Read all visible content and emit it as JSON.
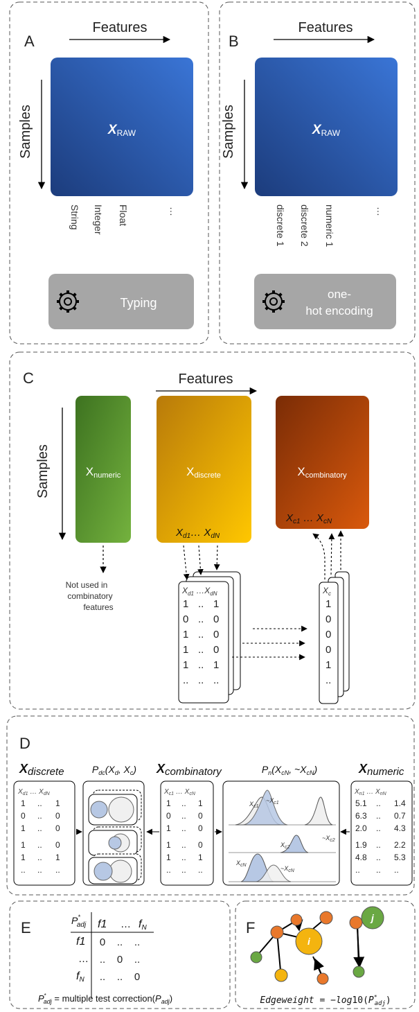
{
  "panels": {
    "a": "A",
    "b": "B",
    "c": "C",
    "d": "D",
    "e": "E",
    "f": "F"
  },
  "axes": {
    "features": "Features",
    "samples": "Samples"
  },
  "matrix": {
    "x": "X",
    "raw_sub": "RAW"
  },
  "panel_a": {
    "types": [
      "String",
      "Integer",
      "Float",
      "…"
    ],
    "button": "Typing"
  },
  "panel_b": {
    "cols": [
      "discrete 1",
      "discrete 2",
      "numeric 1",
      "…"
    ],
    "button_line1": "one-",
    "button_line2": "hot encoding"
  },
  "panel_c": {
    "numeric_sub": "numeric",
    "discrete_sub": "discrete",
    "combinatory_sub": "combinatory",
    "d_first": "d1",
    "d_last": "dN",
    "c_first": "c1",
    "c_last": "cN",
    "not_used": [
      "Not used in",
      "combinatory",
      "features"
    ],
    "onehot_rows": [
      [
        "1",
        "..",
        "1"
      ],
      [
        "0",
        "..",
        "0"
      ],
      [
        "1",
        "..",
        "0"
      ],
      [
        "1",
        "..",
        "0"
      ],
      [
        "1",
        "..",
        "1"
      ],
      [
        "..",
        "..",
        ".."
      ]
    ],
    "comb_col": [
      "1",
      "0",
      "0",
      "0",
      "1",
      ".."
    ]
  },
  "panel_d": {
    "disc_title": "discrete",
    "comb_title": "combinatory",
    "num_title": "numeric",
    "pdc_title": "Pdc(Xd, Xc)",
    "pn_title": "Pn(XcN, ~XcN)",
    "disc_rows": [
      [
        "1",
        "..",
        "1"
      ],
      [
        "0",
        "..",
        "0"
      ],
      [
        "1",
        "..",
        "0"
      ],
      [
        "1",
        "..",
        "0"
      ],
      [
        "1",
        "..",
        "1"
      ],
      [
        "..",
        "..",
        ".."
      ]
    ],
    "comb_rows": [
      [
        "1",
        "..",
        "1"
      ],
      [
        "0",
        "..",
        "0"
      ],
      [
        "1",
        "..",
        "0"
      ],
      [
        "1",
        "..",
        "0"
      ],
      [
        "1",
        "..",
        "1"
      ],
      [
        "..",
        "..",
        ".."
      ]
    ],
    "num_rows": [
      [
        "5.1",
        "..",
        "1.4"
      ],
      [
        "6.3",
        "..",
        "0.7"
      ],
      [
        "2.0",
        "..",
        "4.3"
      ],
      [
        "1.9",
        "..",
        "2.2"
      ],
      [
        "4.8",
        "..",
        "5.3"
      ],
      [
        "..",
        "..",
        ".."
      ]
    ]
  },
  "panel_e": {
    "f1": "f1",
    "fN": "fN",
    "dots": "…",
    "matrix": [
      [
        "0",
        "..",
        ".."
      ],
      [
        "..",
        "0",
        ".."
      ],
      [
        "..",
        "..",
        "0"
      ]
    ],
    "formula": "P*adj = multiple test correction(Padj)"
  },
  "panel_f": {
    "node_i": "i",
    "node_j": "j",
    "formula": "Edgeweight = −log10(P*adj)"
  },
  "colors": {
    "raw": "#2e63c0",
    "numeric": "#5a9e34",
    "discrete": "#e8ab00",
    "combinatory": "#c04b0a",
    "button": "#a6a6a6",
    "node_orange": "#e9782b",
    "node_yellow": "#f4b40f",
    "node_green": "#6aa843",
    "dist_blue": "#b7c8e4"
  }
}
